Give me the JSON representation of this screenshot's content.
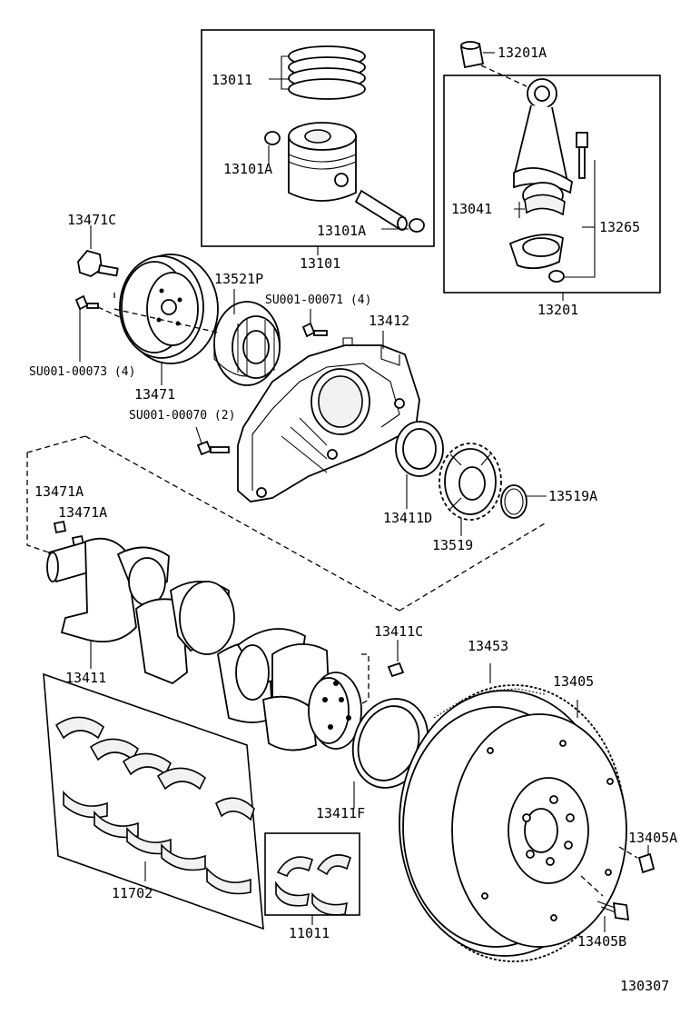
{
  "diagram": {
    "catalog_number": "130307",
    "labels": {
      "13011": "13011",
      "13101A_top": "13101A",
      "13101A_bottom": "13101A",
      "13101": "13101",
      "13201A": "13201A",
      "13041": "13041",
      "13265": "13265",
      "13201": "13201",
      "13471C": "13471C",
      "13521P": "13521P",
      "SU001_00071": "SU001-00071 (4)",
      "13412": "13412",
      "SU001_00073": "SU001-00073 (4)",
      "13471": "13471",
      "SU001_00070": "SU001-00070 (2)",
      "13471A_1": "13471A",
      "13471A_2": "13471A",
      "13411D": "13411D",
      "13519": "13519",
      "13519A": "13519A",
      "13411": "13411",
      "13411C": "13411C",
      "13453": "13453",
      "13405": "13405",
      "13411F": "13411F",
      "13405A": "13405A",
      "11702": "11702",
      "11011": "11011",
      "13405B": "13405B"
    }
  }
}
